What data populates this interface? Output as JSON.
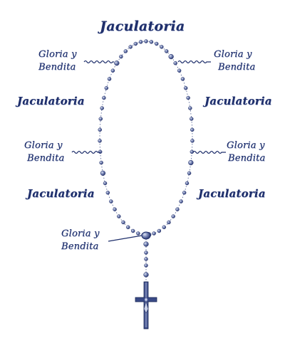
{
  "labels": {
    "title": "Jaculatoria",
    "jaculatoria": "Jaculatoria",
    "gloria_line1": "Gloria y",
    "gloria_line2": "Bendita"
  },
  "colors": {
    "ink": "#1f2f6b",
    "bead": "#3a4a86",
    "bead_light": "#8d9bc6",
    "chain": "#4a5a90"
  },
  "rosary": {
    "decades": 5,
    "beads_per_decade": 10,
    "medal": "center-medal",
    "cross": "crucifix-icon"
  }
}
